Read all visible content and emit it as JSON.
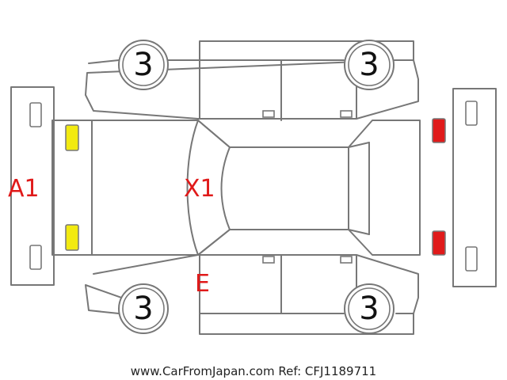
{
  "markers": {
    "front_bumper": "A1",
    "windshield": "X1",
    "left_side": "E"
  },
  "wheels": {
    "front_left": "3",
    "rear_left": "3",
    "front_right": "3",
    "rear_right": "3"
  },
  "colors": {
    "headlight": "#f2ea10",
    "taillight": "#e01a1a",
    "marker_text": "#e01a1a",
    "outline": "#777777"
  },
  "footer": {
    "source": "www.CarFromJapan.com Ref: CFJ1189711"
  }
}
